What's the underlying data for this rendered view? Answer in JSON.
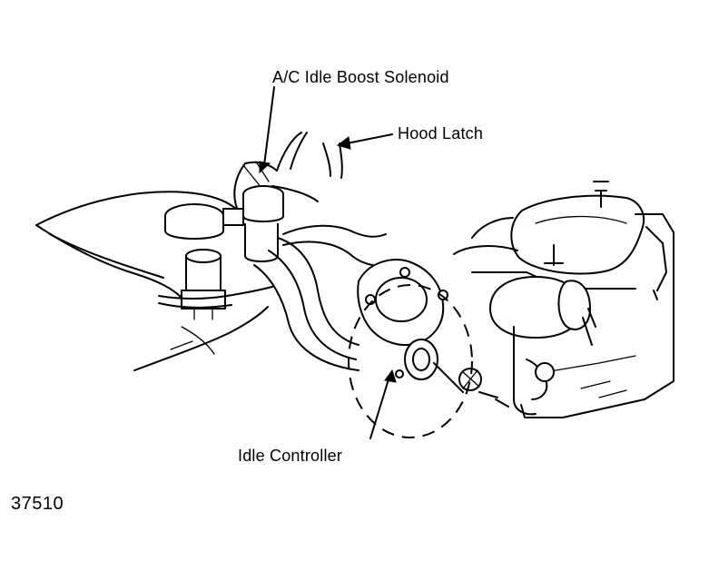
{
  "callouts": {
    "ac_idle_boost_solenoid": "A/C Idle Boost Solenoid",
    "hood_latch": "Hood Latch",
    "idle_controller": "Idle Controller"
  },
  "figure_number": "37510"
}
